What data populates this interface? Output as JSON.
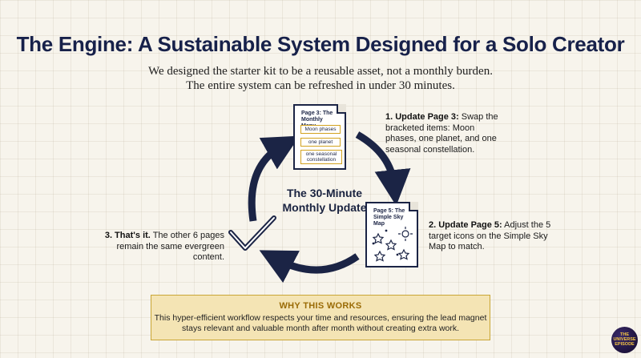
{
  "header": {
    "title": "The Engine: A Sustainable System Designed for a Solo Creator",
    "subtitle_line1": "We designed the starter kit to be a reusable asset, not a monthly burden.",
    "subtitle_line2": "The entire system can be refreshed in under 30 minutes."
  },
  "cycle": {
    "center_line1": "The 30-Minute",
    "center_line2": "Monthly Update"
  },
  "page3": {
    "title": "Page 3: The Monthly Menu",
    "items": [
      "Moon phases",
      "one planet",
      "one seasonal constellation"
    ]
  },
  "page5": {
    "title": "Page 5: The Simple Sky Map"
  },
  "steps": [
    {
      "lead": "1. Update Page 3:",
      "text": " Swap the bracketed items: Moon phases, one planet, and one seasonal constellation."
    },
    {
      "lead": "2. Update Page 5:",
      "text": " Adjust the 5 target icons on the Simple Sky Map to match."
    },
    {
      "lead": "3. That's it.",
      "text": " The other 6 pages remain the same evergreen content."
    }
  ],
  "why": {
    "title": "WHY THIS WORKS",
    "body": "This hyper-efficient workflow respects your time and resources, ensuring the lead magnet stays relevant and valuable month after month without creating extra work."
  },
  "logo": {
    "text": "THE UNIVERSE EPISODE"
  },
  "colors": {
    "navy": "#1b2445",
    "gold": "#c9a535",
    "why_bg": "#f4e4b4",
    "why_title": "#9a6b06"
  },
  "icons": [
    "checkmark-icon",
    "cycle-arrow-icon",
    "document-icon",
    "star-icon",
    "planet-icon"
  ]
}
